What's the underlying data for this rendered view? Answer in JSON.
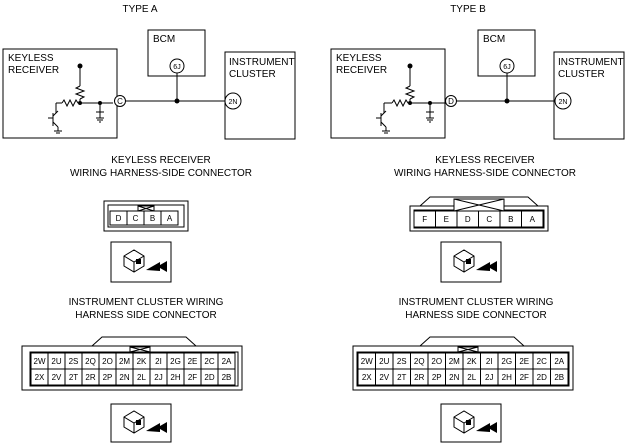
{
  "type_a": {
    "title": "TYPE A",
    "keyless_receiver": [
      "KEYLESS",
      "RECEIVER"
    ],
    "bcm": "BCM",
    "bcm_pin": "6J",
    "cluster": [
      "INSTRUMENT",
      "CLUSTER"
    ],
    "cluster_pin": "2N",
    "connector_id": "C",
    "kr_connector_title": [
      "KEYLESS RECEIVER",
      "WIRING HARNESS-SIDE CONNECTOR"
    ],
    "kr_pins": [
      "D",
      "C",
      "B",
      "A"
    ],
    "ic_connector_title": [
      "INSTRUMENT CLUSTER WIRING",
      "HARNESS SIDE CONNECTOR"
    ]
  },
  "type_b": {
    "title": "TYPE B",
    "keyless_receiver": [
      "KEYLESS",
      "RECEIVER"
    ],
    "bcm": "BCM",
    "bcm_pin": "6J",
    "cluster": [
      "INSTRUMENT",
      "CLUSTER"
    ],
    "cluster_pin": "2N",
    "connector_id": "D",
    "kr_connector_title": [
      "KEYLESS RECEIVER",
      "WIRING HARNESS-SIDE CONNECTOR"
    ],
    "kr_pins": [
      "F",
      "E",
      "D",
      "C",
      "B",
      "A"
    ],
    "ic_connector_title": [
      "INSTRUMENT CLUSTER WIRING",
      "HARNESS SIDE CONNECTOR"
    ]
  },
  "ic_pins": {
    "row1": [
      "2W",
      "2U",
      "2S",
      "2Q",
      "2O",
      "2M",
      "2K",
      "2I",
      "2G",
      "2E",
      "2C",
      "2A"
    ],
    "row2": [
      "2X",
      "2V",
      "2T",
      "2R",
      "2P",
      "2N",
      "2L",
      "2J",
      "2H",
      "2F",
      "2D",
      "2B"
    ]
  }
}
